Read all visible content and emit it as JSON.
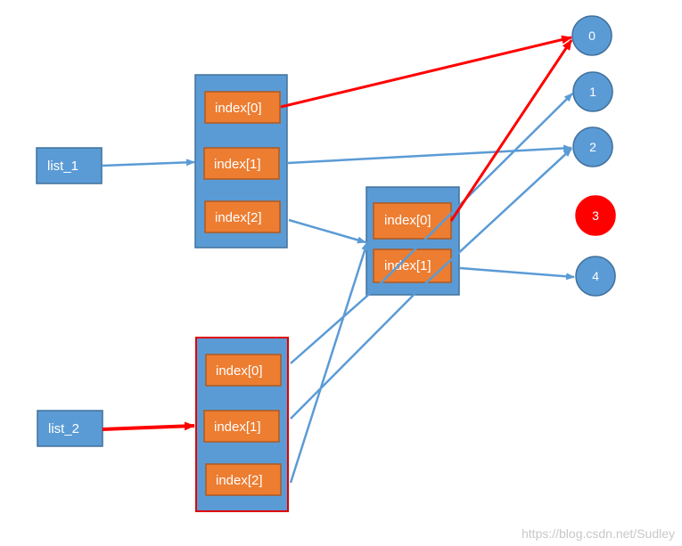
{
  "lists": {
    "list_1": "list_1",
    "list_2": "list_2"
  },
  "array_top": {
    "cells": [
      "index[0]",
      "index[1]",
      "index[2]"
    ]
  },
  "array_mid": {
    "cells": [
      "index[0]",
      "index[1]"
    ]
  },
  "array_bottom": {
    "cells": [
      "index[0]",
      "index[1]",
      "index[2]"
    ]
  },
  "nodes": [
    "0",
    "1",
    "2",
    "3",
    "4"
  ],
  "colors": {
    "box_blue": "#5b9bd5",
    "box_border": "#41719c",
    "cell_orange": "#ed7d31",
    "cell_border": "#ae5a21",
    "arrow_blue": "#5b9bd5",
    "highlight_red": "#ff0000"
  },
  "watermark": "https://blog.csdn.net/Sudley"
}
